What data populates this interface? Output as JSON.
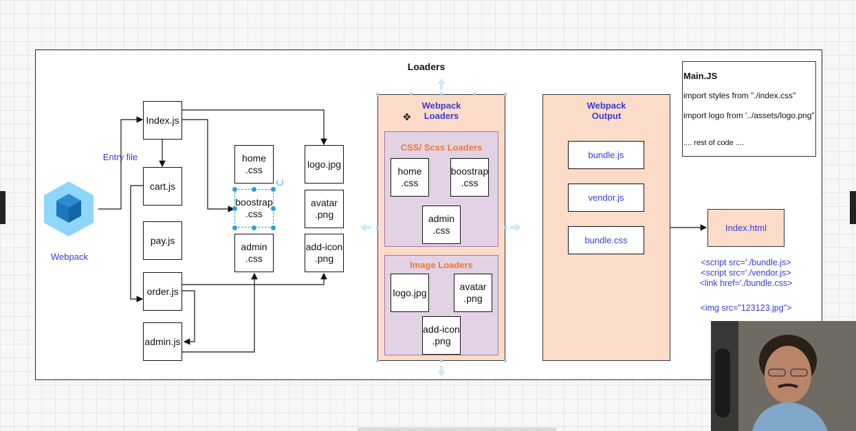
{
  "title": "Loaders",
  "entry_label": "Entry file",
  "webpack_label": "Webpack",
  "source_files": {
    "index": "Index.js",
    "cart": "cart.js",
    "pay": "pay.js",
    "order": "order.js",
    "admin": "admin.js",
    "home_css": "home\n.css",
    "bootstrap_css": "boostrap\n.css",
    "admin_css": "admin\n.css",
    "logo": "logo.jpg",
    "avatar": "avatar\n.png",
    "add_icon": "add-icon\n.png"
  },
  "loaders_panel": {
    "title": "Webpack\nLoaders",
    "css_group": {
      "title": "CSS/ Scss Loaders",
      "items": [
        "home\n.css",
        "boostrap\n.css",
        "admin\n.css"
      ]
    },
    "image_group": {
      "title": "Image Loaders",
      "items": [
        "logo.jpg",
        "avatar\n.png",
        "add-icon\n.png"
      ]
    }
  },
  "output_panel": {
    "title": "Webpack\nOutput",
    "items": [
      "bundle.js",
      "vendor.js",
      "bundle.css"
    ]
  },
  "index_html": "Index.html",
  "html_snippet": [
    "<script src='./bundle.js>",
    "<script src='./vendor.js>",
    "<link href='./bundle.css>",
    "",
    "<img src=\"123123.jpg\">"
  ],
  "main_js": {
    "title": "Main.JS",
    "lines": [
      "import styles from \"./index.css\"",
      "import logo from '../assets/logo.png\"",
      ".... rest of code ...."
    ]
  },
  "colors": {
    "label_blue": "#3a3ad6",
    "loader_orange": "#f07a2a",
    "panel_peach": "#fcdcc8",
    "group_lilac": "#e3d2e6",
    "webpack_logo": "#8ed6fb",
    "webpack_logo_dark": "#1c78c0"
  }
}
